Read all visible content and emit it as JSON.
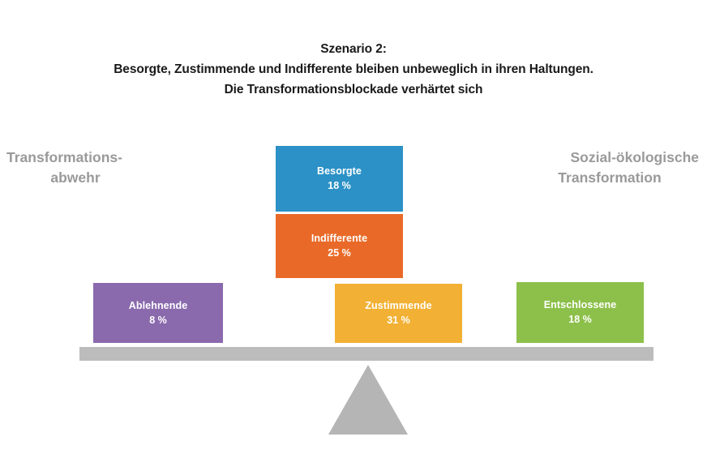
{
  "title": {
    "line1": "Szenario 2:",
    "line2": "Besorgte, Zustimmende und Indifferente bleiben unbeweglich in ihren Haltungen.",
    "line3": "Die Transformationsblockade verhärtet sich"
  },
  "poles": {
    "left": {
      "line1": "Transformations-",
      "line2": "abwehr",
      "color": "#9a9a9a"
    },
    "right": {
      "line1": "Sozial-ökologische",
      "line2": "Transformation",
      "color": "#9a9a9a"
    }
  },
  "chart_data": {
    "type": "bar",
    "title": "Szenario 2: Besorgte, Zustimmende und Indifferente bleiben unbeweglich in ihren Haltungen. Die Transformationsblockade verhärtet sich",
    "xlabel": "",
    "ylabel": "",
    "unit": "%",
    "categories": [
      "Ablehnende",
      "Besorgte",
      "Indifferente",
      "Zustimmende",
      "Entschlossene"
    ],
    "values": [
      8,
      25,
      18,
      31,
      18
    ],
    "axis_labels": [
      "Transformationsabwehr",
      "Sozial-ökologische Transformation"
    ],
    "legend": "none",
    "grid": false,
    "blocks": [
      {
        "name": "Besorgte",
        "value": "18 %",
        "percent": 18,
        "color": "#2b91c6",
        "position": "center-top"
      },
      {
        "name": "Indifferente",
        "value": "25 %",
        "percent": 25,
        "color": "#e96a28",
        "position": "center-middle"
      },
      {
        "name": "Ablehnende",
        "value": "8 %",
        "percent": 8,
        "color": "#8a6aad",
        "position": "left"
      },
      {
        "name": "Zustimmende",
        "value": "31 %",
        "percent": 31,
        "color": "#f2b134",
        "position": "center-bottom"
      },
      {
        "name": "Entschlossene",
        "value": "18 %",
        "percent": 18,
        "color": "#8cc04a",
        "position": "right"
      }
    ]
  },
  "seesaw": {
    "beam_color": "#bcbcbc",
    "fulcrum_color": "#b5b5b5",
    "tilt": "balanced"
  }
}
